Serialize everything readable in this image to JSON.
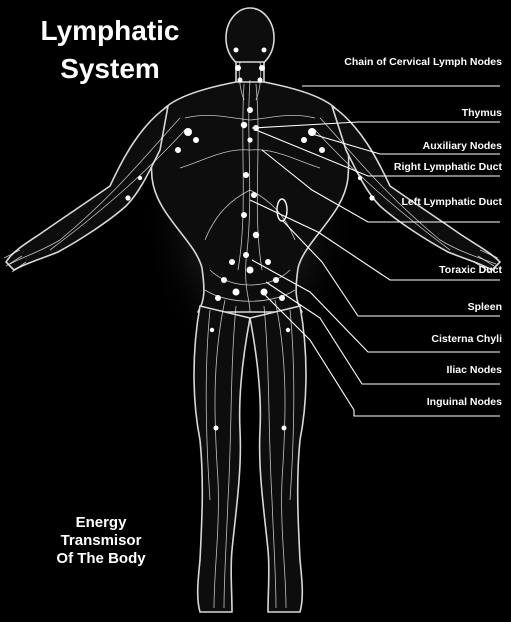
{
  "title": {
    "line1": "Lymphatic",
    "line2": "System"
  },
  "caption": {
    "line1": "Energy",
    "line2": "Transmisor",
    "line3": "Of The Body"
  },
  "labels": [
    "Chain of Cervical Lymph Nodes",
    "Thymus",
    "Auxiliary Nodes",
    "Right Lymphatic Duct",
    "Left Lymphatic Duct",
    "Toraxic Duct",
    "Spleen",
    "Cisterna Chyli",
    "Iliac Nodes",
    "Inguinal Nodes"
  ],
  "colors": {
    "background": "#000000",
    "foreground": "#ffffff"
  }
}
